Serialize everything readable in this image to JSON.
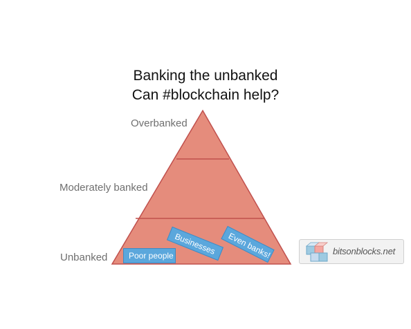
{
  "title": {
    "line1": "Banking the unbanked",
    "line2": "Can #blockchain help?"
  },
  "levels": {
    "top": "Overbanked",
    "middle": "Moderately banked",
    "bottom": "Unbanked"
  },
  "tags": {
    "poor": "Poor people",
    "businesses": "Businesses",
    "banks": "Even banks!"
  },
  "logo": {
    "text": "bitsonblocks.net"
  },
  "colors": {
    "pyramid_fill": "#e58c7c",
    "pyramid_stroke": "#c0504d",
    "tag_fill": "#5ba7dc"
  }
}
